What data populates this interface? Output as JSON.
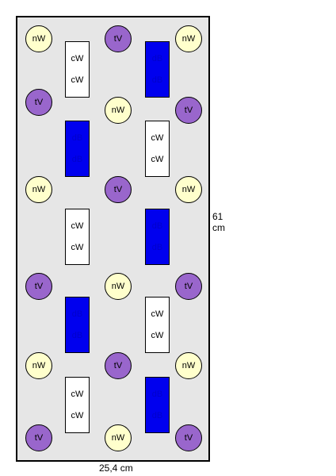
{
  "labels": {
    "nw": "nW",
    "tv": "tV",
    "cw": "cW",
    "db": "dB"
  },
  "dimensions": {
    "width": "25,4 cm",
    "height_value": "61",
    "height_unit": "cm"
  },
  "colors": {
    "nw": "#ffffcc",
    "tv": "#9966cc",
    "cw": "#ffffff",
    "db": "#0000ee",
    "board": "#e6e6e6"
  }
}
